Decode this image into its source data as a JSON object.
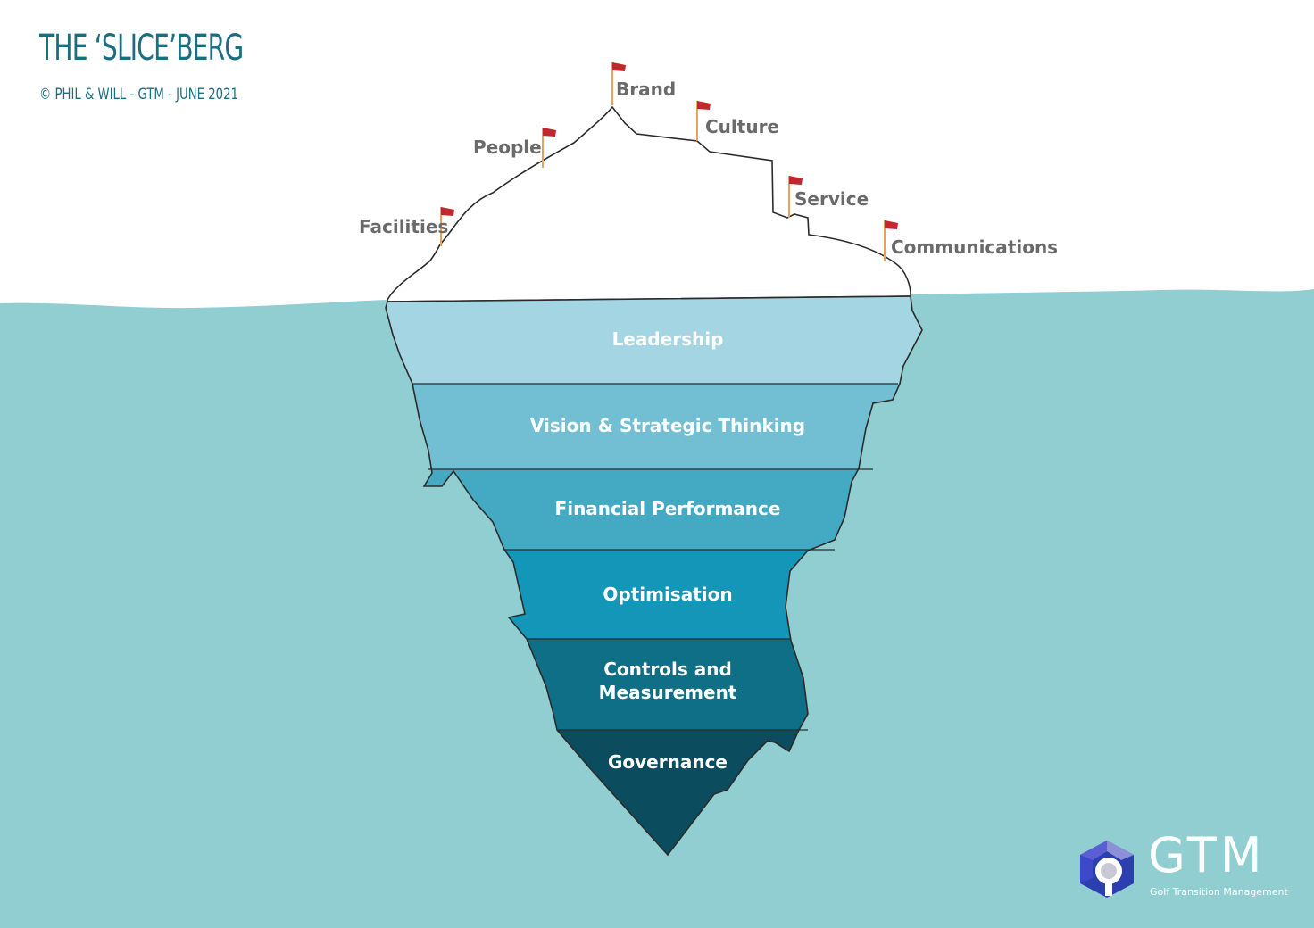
{
  "header": {
    "title": "THE ‘SLICE’BERG",
    "subtitle": "© PHIL & WILL - GTM - JUNE 2021"
  },
  "tip_items": [
    {
      "label": "Facilities"
    },
    {
      "label": "People"
    },
    {
      "label": "Brand"
    },
    {
      "label": "Culture"
    },
    {
      "label": "Service"
    },
    {
      "label": "Communications"
    }
  ],
  "layers": [
    {
      "lines": [
        "Leadership"
      ],
      "color": "#a3d5e2"
    },
    {
      "lines": [
        "Vision & Strategic Thinking"
      ],
      "color": "#72bfd3"
    },
    {
      "lines": [
        "Financial Performance"
      ],
      "color": "#44aac4"
    },
    {
      "lines": [
        "Optimisation"
      ],
      "color": "#1496b8"
    },
    {
      "lines": [
        "Controls and",
        "Measurement"
      ],
      "color": "#0f6f86"
    },
    {
      "lines": [
        "Governance"
      ],
      "color": "#0b4c5e"
    }
  ],
  "colors": {
    "water": "#90ced1",
    "flag": "#c0282d",
    "pole": "#e7a25b",
    "outline": "#2b2b2b"
  },
  "logo": {
    "word": "GTM",
    "tagline": "Golf Transition Management"
  }
}
